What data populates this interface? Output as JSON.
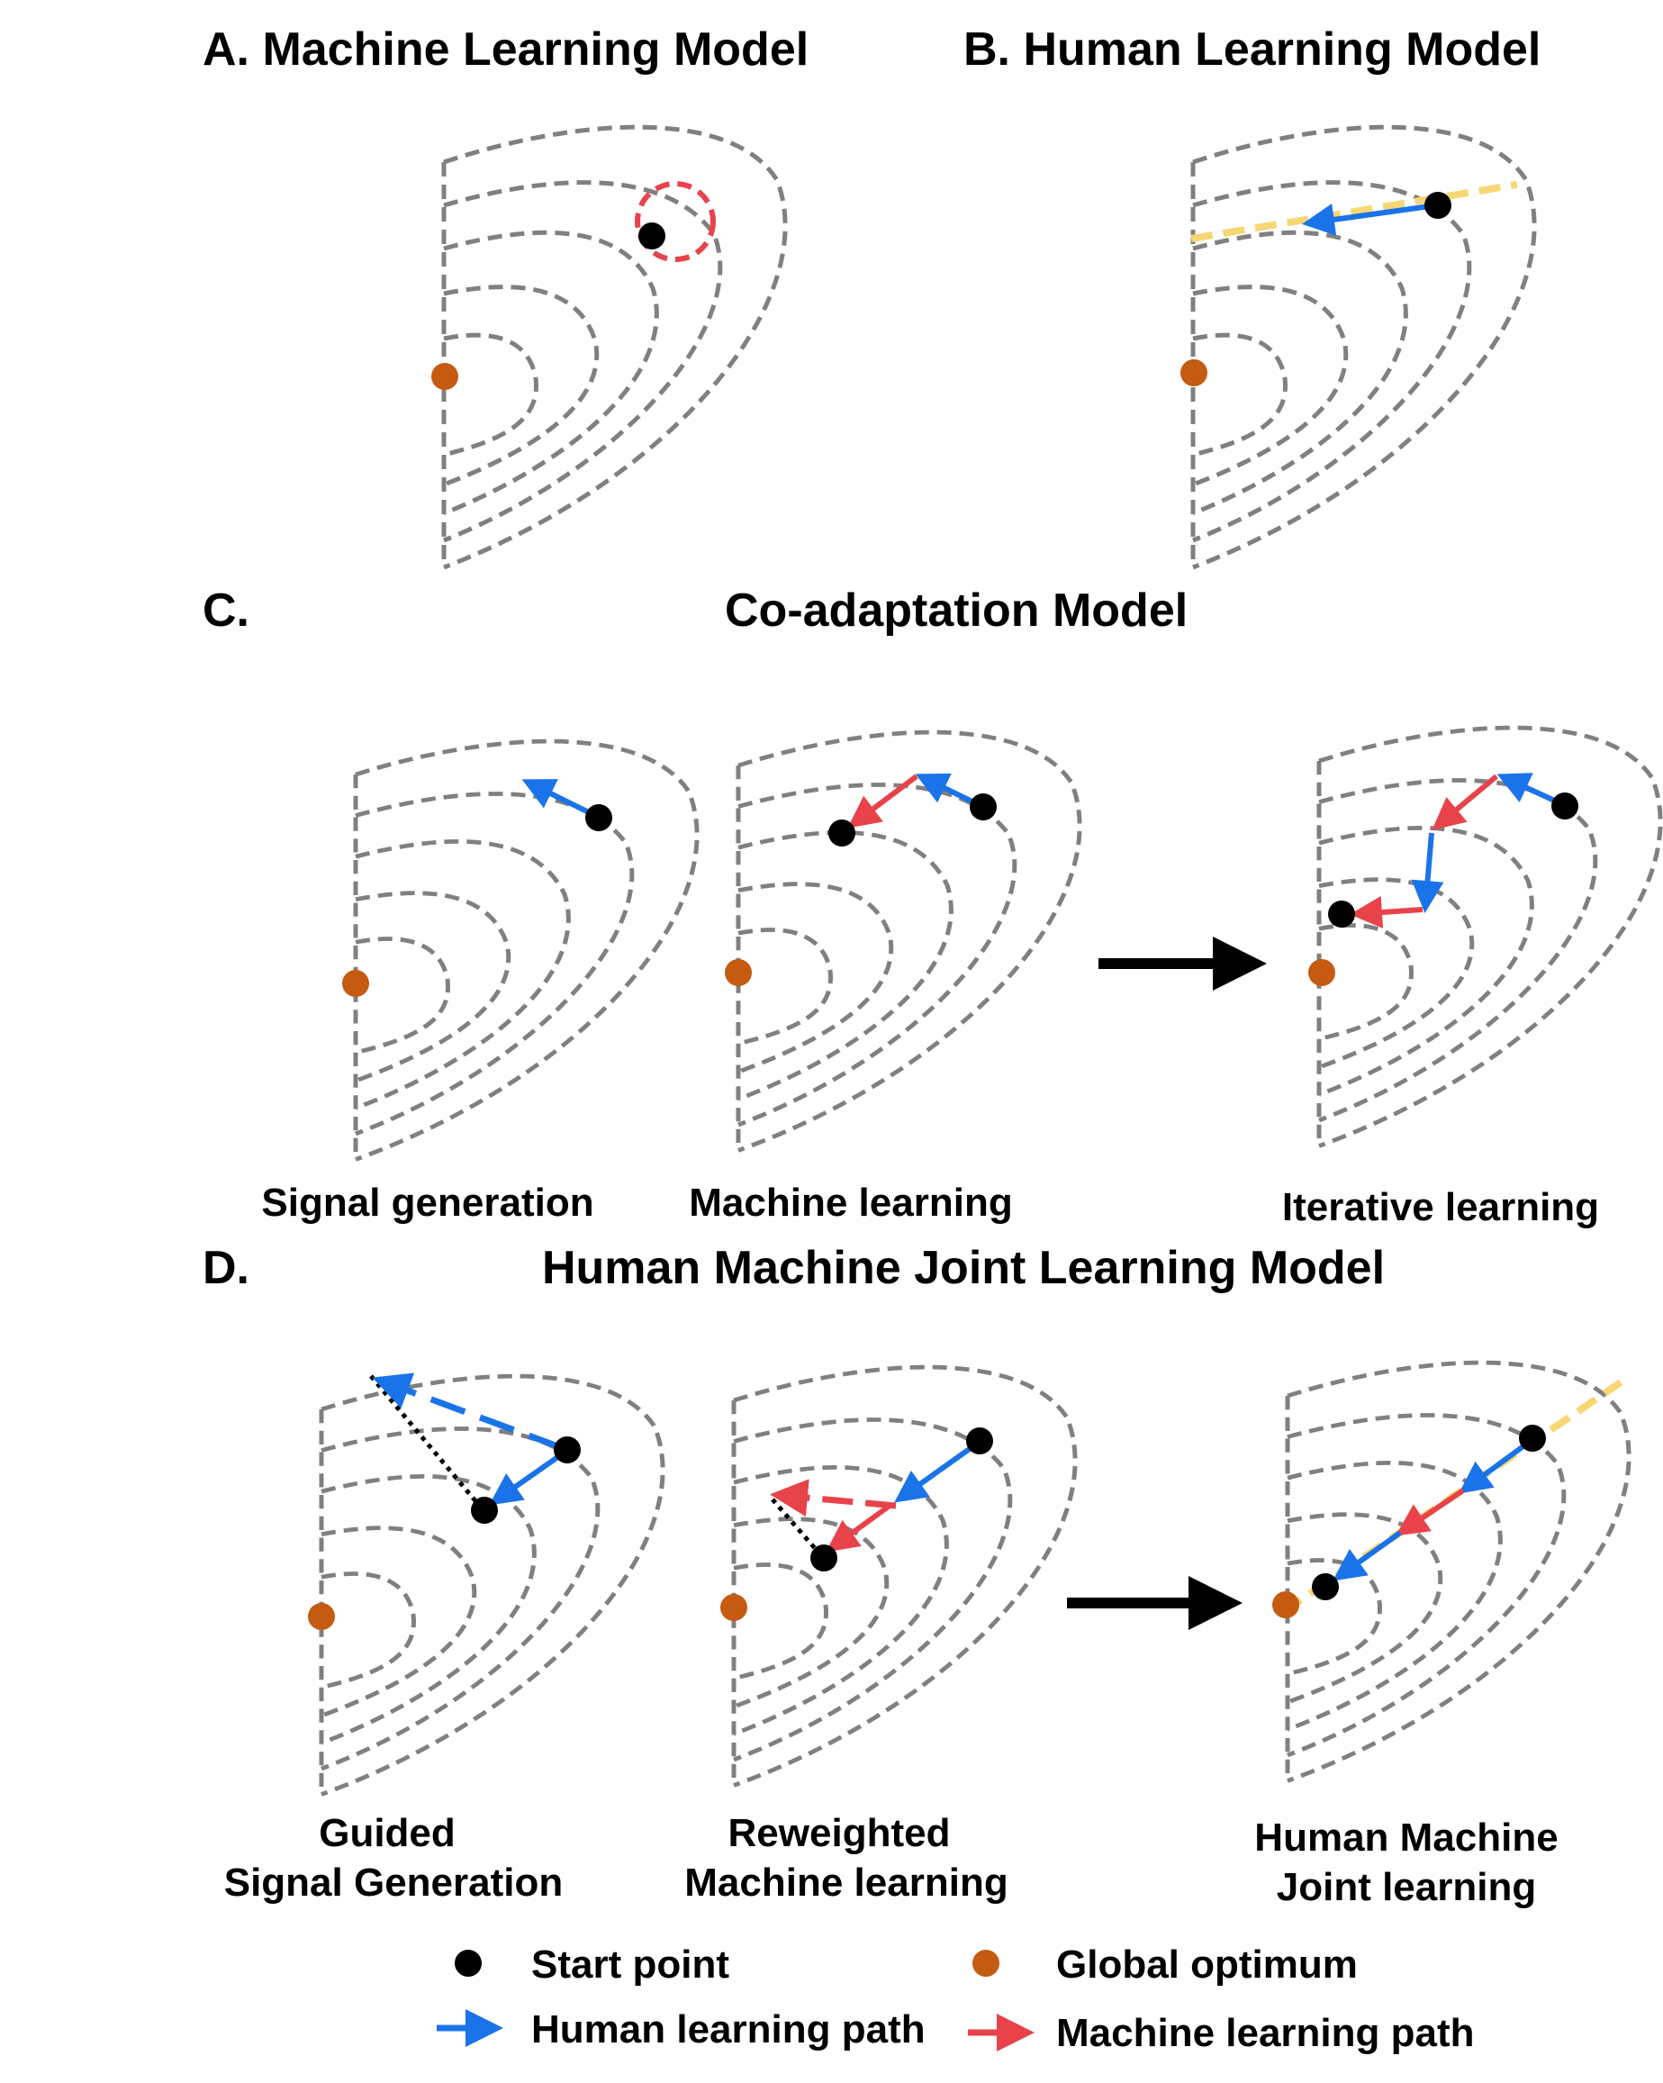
{
  "panels": {
    "a": {
      "title": "A.  Machine Learning Model"
    },
    "b": {
      "title": "B.  Human Learning Model"
    },
    "c": {
      "letter": "C.",
      "title": "Co-adaptation Model",
      "captions": [
        "Signal generation",
        "Machine learning",
        "Iterative learning"
      ]
    },
    "d": {
      "letter": "D.",
      "title": "Human Machine Joint Learning Model",
      "captions": [
        [
          "Guided",
          "Signal Generation"
        ],
        [
          "Reweighted",
          "Machine learning"
        ],
        [
          "Human Machine",
          "Joint learning"
        ]
      ]
    }
  },
  "legend": {
    "start_point": "Start point",
    "global_optimum": "Global optimum",
    "human_path": "Human learning path",
    "machine_path": "Machine learning path"
  },
  "colors": {
    "contour": "#808080",
    "human_path": "#1a73e8",
    "machine_path": "#e8424a",
    "start_point": "#000000",
    "global_optimum": "#c55a11",
    "guide_line": "#f7d774"
  }
}
